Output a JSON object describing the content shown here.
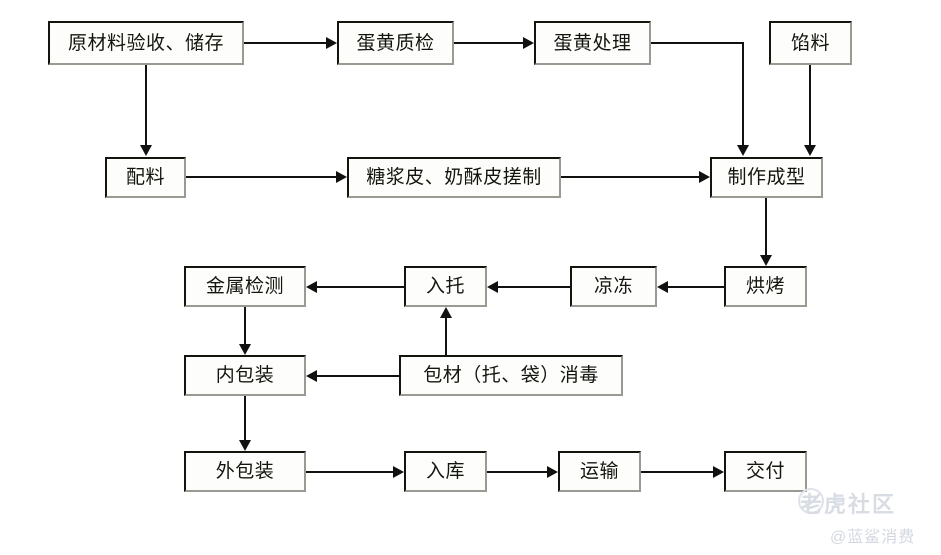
{
  "diagram": {
    "type": "flowchart",
    "orientation": "mixed",
    "background_color": "#ffffff",
    "node_fill": "#fdfdfb",
    "node_border": "#14140f",
    "edge_color": "#111110",
    "nodes": [
      {
        "id": "raw_material",
        "label": "原材料验收、储存"
      },
      {
        "id": "yolk_inspection",
        "label": "蛋黄质检"
      },
      {
        "id": "yolk_processing",
        "label": "蛋黄处理"
      },
      {
        "id": "filling",
        "label": "馅料"
      },
      {
        "id": "ingredients",
        "label": "配料"
      },
      {
        "id": "dough_kneading",
        "label": "糖浆皮、奶酥皮搓制"
      },
      {
        "id": "forming",
        "label": "制作成型"
      },
      {
        "id": "baking",
        "label": "烘烤"
      },
      {
        "id": "cooling",
        "label": "凉冻"
      },
      {
        "id": "tray_loading",
        "label": "入托"
      },
      {
        "id": "metal_detection",
        "label": "金属检测"
      },
      {
        "id": "packaging_sterilize",
        "label": "包材（托、袋）消毒"
      },
      {
        "id": "inner_packaging",
        "label": "内包装"
      },
      {
        "id": "outer_packaging",
        "label": "外包装"
      },
      {
        "id": "warehousing",
        "label": "入库"
      },
      {
        "id": "transport",
        "label": "运输"
      },
      {
        "id": "delivery",
        "label": "交付"
      }
    ],
    "edges": [
      {
        "from": "raw_material",
        "to": "yolk_inspection",
        "direction": "right"
      },
      {
        "from": "raw_material",
        "to": "ingredients",
        "direction": "down"
      },
      {
        "from": "yolk_inspection",
        "to": "yolk_processing",
        "direction": "right"
      },
      {
        "from": "yolk_processing",
        "to": "forming",
        "direction": "down"
      },
      {
        "from": "filling",
        "to": "forming",
        "direction": "down"
      },
      {
        "from": "ingredients",
        "to": "dough_kneading",
        "direction": "right"
      },
      {
        "from": "dough_kneading",
        "to": "forming",
        "direction": "right"
      },
      {
        "from": "forming",
        "to": "baking",
        "direction": "down"
      },
      {
        "from": "baking",
        "to": "cooling",
        "direction": "left"
      },
      {
        "from": "cooling",
        "to": "tray_loading",
        "direction": "left"
      },
      {
        "from": "tray_loading",
        "to": "metal_detection",
        "direction": "left"
      },
      {
        "from": "packaging_sterilize",
        "to": "tray_loading",
        "direction": "up"
      },
      {
        "from": "packaging_sterilize",
        "to": "inner_packaging",
        "direction": "left"
      },
      {
        "from": "metal_detection",
        "to": "inner_packaging",
        "direction": "down"
      },
      {
        "from": "inner_packaging",
        "to": "outer_packaging",
        "direction": "down"
      },
      {
        "from": "outer_packaging",
        "to": "warehousing",
        "direction": "right"
      },
      {
        "from": "warehousing",
        "to": "transport",
        "direction": "right"
      },
      {
        "from": "transport",
        "to": "delivery",
        "direction": "right"
      }
    ]
  },
  "watermark": {
    "primary": "老虎社区",
    "secondary": "@蓝鲨消费"
  }
}
